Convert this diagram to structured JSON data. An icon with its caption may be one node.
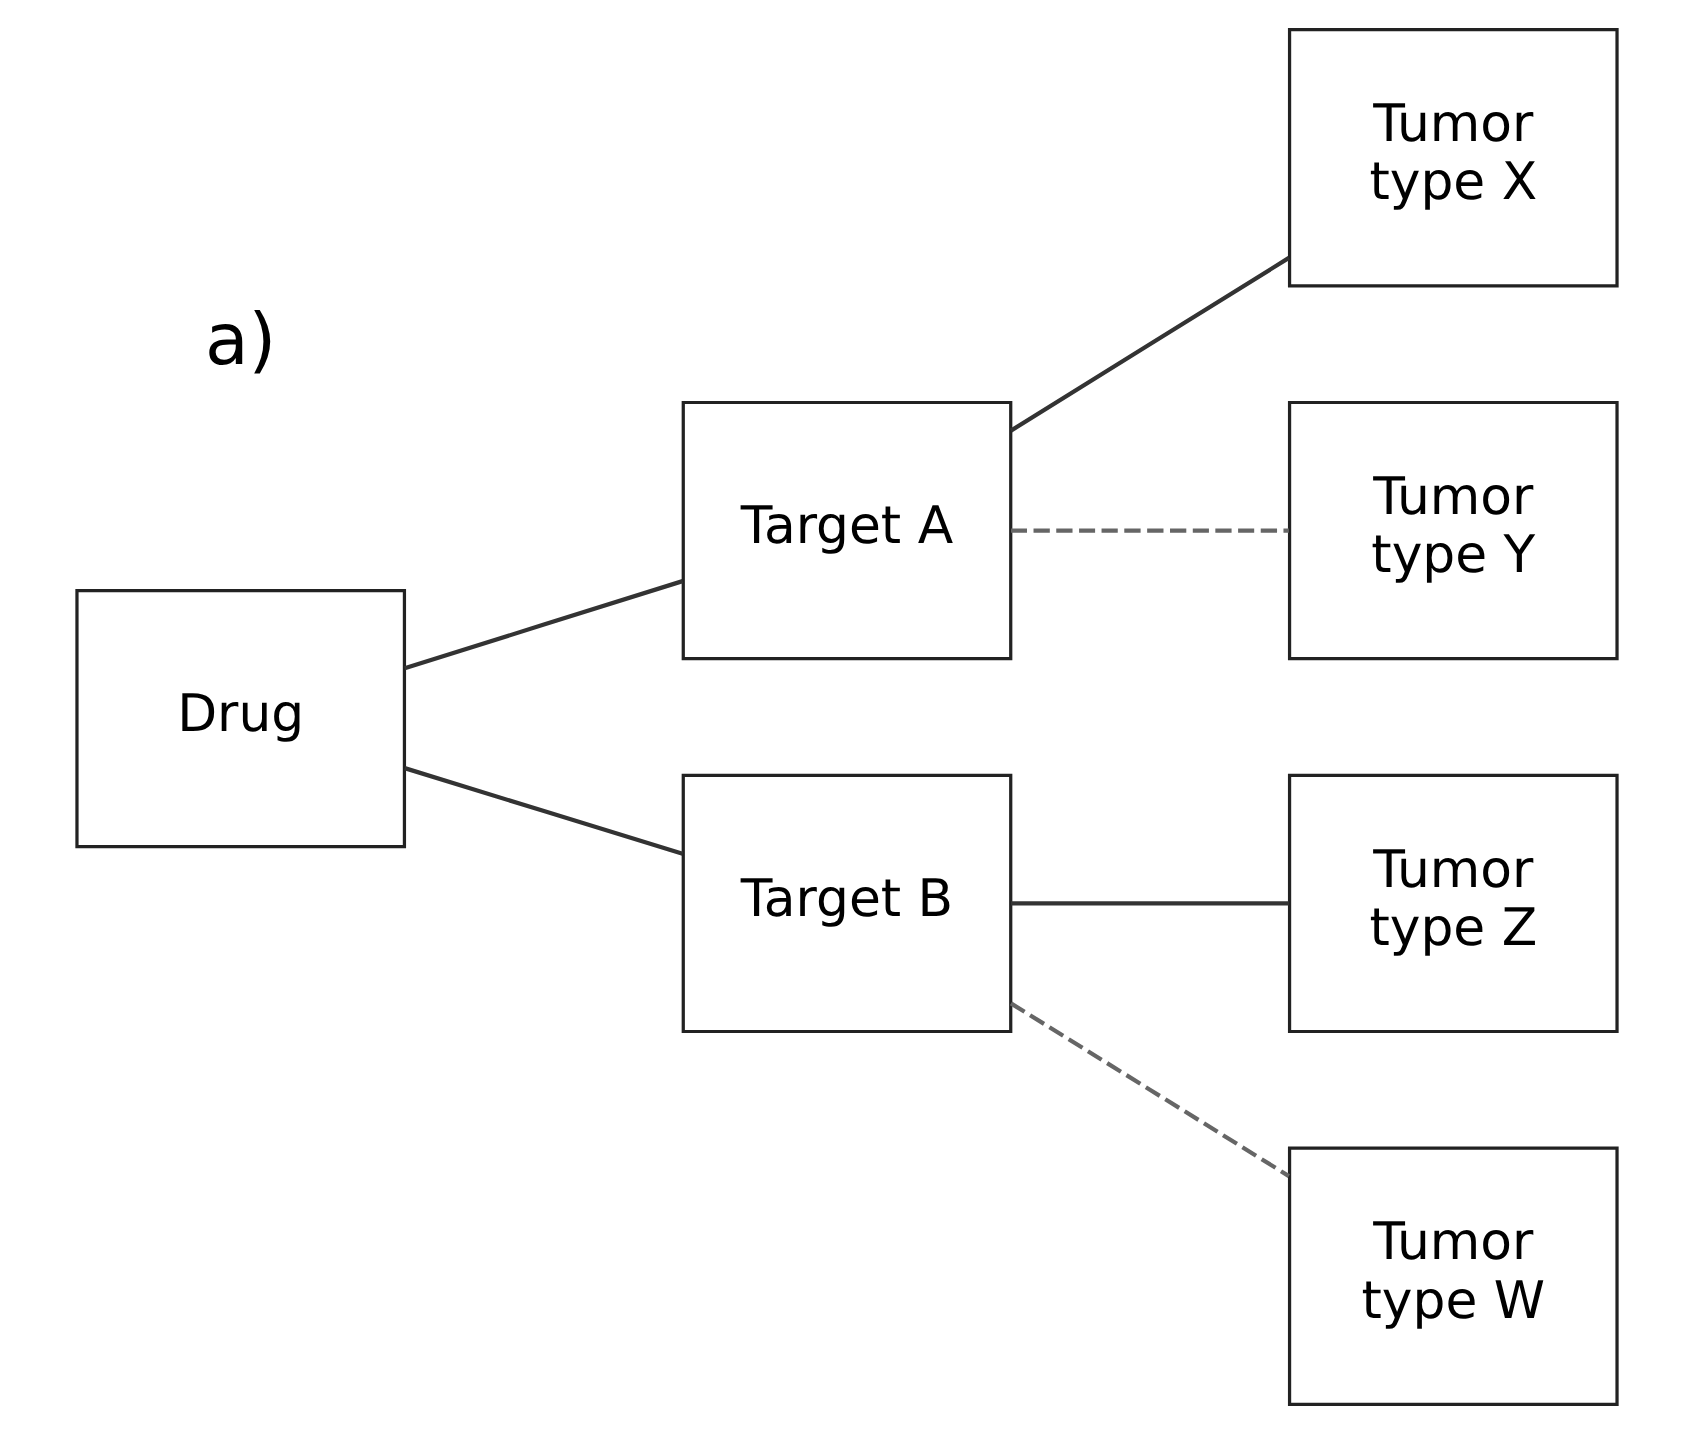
{
  "diagram": {
    "nodes": [
      {
        "text": [
          "Drug"
        ]
      },
      {
        "text": [
          "Target A"
        ]
      },
      {
        "text": [
          "Target B"
        ]
      },
      {
        "text": [
          "Tumor type X"
        ]
      },
      {
        "text": [
          "Tumor type Y"
        ]
      },
      {
        "text": [
          "Tumor type Z"
        ]
      },
      {
        "text": [
          "Tumor type W"
        ]
      }
    ],
    "edges": [
      {
        "from": 0,
        "to": 1,
        "arrow": "none"
      },
      {
        "from": 0,
        "to": 2,
        "arrow": "none"
      },
      {
        "from": 1,
        "to": 3,
        "arrow": "none"
      },
      {
        "from": 1,
        "to": 4,
        "arrow": "none",
        "style": "dashed"
      },
      {
        "from": 2,
        "to": 5,
        "arrow": "none"
      },
      {
        "from": 2,
        "to": 6,
        "arrow": "none",
        "style": "dashed"
      }
    ],
    "labels": [
      "a)"
    ]
  }
}
